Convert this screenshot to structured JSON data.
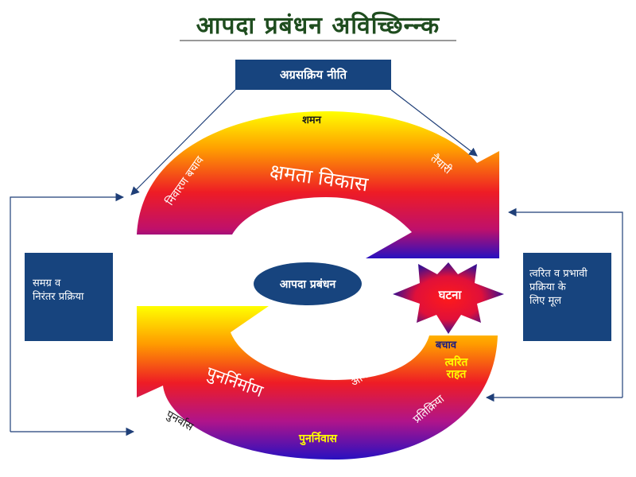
{
  "title": "आपदा प्रबंधन अविच्छिन्न्क",
  "boxes": {
    "top": "अग्रसक्रिय नीति",
    "left_line1": "समग्र व",
    "left_line2": "निरंतर प्रक्रिया",
    "right_line1": "त्वरित व प्रभावी",
    "right_line2": "प्रक्रिया के",
    "right_line3": "लिए मूल"
  },
  "upper_arc": {
    "main_label": "क्षमता विकास",
    "shaman": "शमन",
    "nivaran": "निवारण बचाव",
    "taiyari": "तैयारी"
  },
  "lower_arc": {
    "main_label": "पुनर्निर्माण",
    "punarvas": "पुनर्वास",
    "punarnivas": "पुनर्निवास",
    "aaklan": "आकलन बचाव",
    "pratikriya": "प्रतिक्रिया"
  },
  "center": "आपदा प्रबंधन",
  "event": "घटना",
  "bachav": "बचाव",
  "twarit_rahat_line1": "त्वरित",
  "twarit_rahat_line2": "राहत",
  "colors": {
    "box": "#17447e",
    "title": "#1f4d1f",
    "gradient": [
      "#ffff00",
      "#ff6a00",
      "#ee1c25",
      "#2b10b8"
    ]
  }
}
